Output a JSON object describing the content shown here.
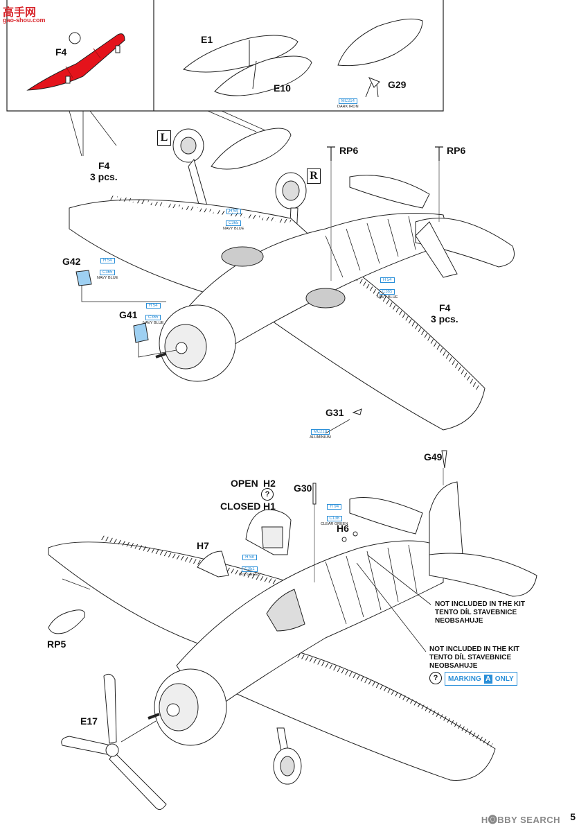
{
  "watermark": {
    "top": "高手网",
    "bottom": "gao-shou.com"
  },
  "parts": {
    "f4_top": "F4",
    "e1": "E1",
    "e10": "E10",
    "g29": "G29",
    "f4_left": "F4",
    "f4_left_qty": "3 pcs.",
    "rp6_a": "RP6",
    "rp6_b": "RP6",
    "g42": "G42",
    "g41": "G41",
    "f4_right": "F4",
    "f4_right_qty": "3 pcs.",
    "g31": "G31",
    "g49": "G49",
    "g30": "G30",
    "h6": "H6",
    "h7": "H7",
    "rp5": "RP5",
    "e17": "E17"
  },
  "side": {
    "left": "L",
    "right": "R"
  },
  "canopy": {
    "open_label": "OPEN",
    "open_part": "H2",
    "closed_label": "CLOSED",
    "closed_part": "H1",
    "question": "?"
  },
  "paints": {
    "g29": {
      "code": "MC214",
      "name": "DARK IRON"
    },
    "gear": {
      "code": "H 54",
      "code2": "C365",
      "name": "NAVY BLUE"
    },
    "g42": {
      "code": "H 54",
      "code2": "C365",
      "name": "NAVY BLUE"
    },
    "g41": {
      "code": "H 54",
      "code2": "C365",
      "name": "NAVY BLUE"
    },
    "fuselage": {
      "code": "H 54",
      "code2": "C365",
      "name": "NAVY BLUE"
    },
    "g31": {
      "code": "MC218",
      "name": "ALUMINIUM"
    },
    "g30": {
      "code": "H 94",
      "code2": "C138",
      "name": "CLEAR GREEN"
    },
    "h7": {
      "code": "H 58",
      "code2": "C351",
      "name": "INT. GREEN"
    }
  },
  "notes": {
    "not_included_1": [
      "NOT INCLUDED IN THE KIT",
      "TENTO DÍL STAVEBNICE",
      "NEOBSAHUJE"
    ],
    "not_included_2": [
      "NOT INCLUDED IN THE KIT",
      "TENTO DÍL STAVEBNICE",
      "NEOBSAHUJE"
    ]
  },
  "marking": {
    "q": "?",
    "text1": "MARKING",
    "letter": "A",
    "text2": "ONLY"
  },
  "footer": {
    "brand": "H🅞BBY SEARCH",
    "page": "5"
  },
  "colors": {
    "accent": "#2a8fd8",
    "tank": "#e4131b",
    "line": "#222222"
  }
}
